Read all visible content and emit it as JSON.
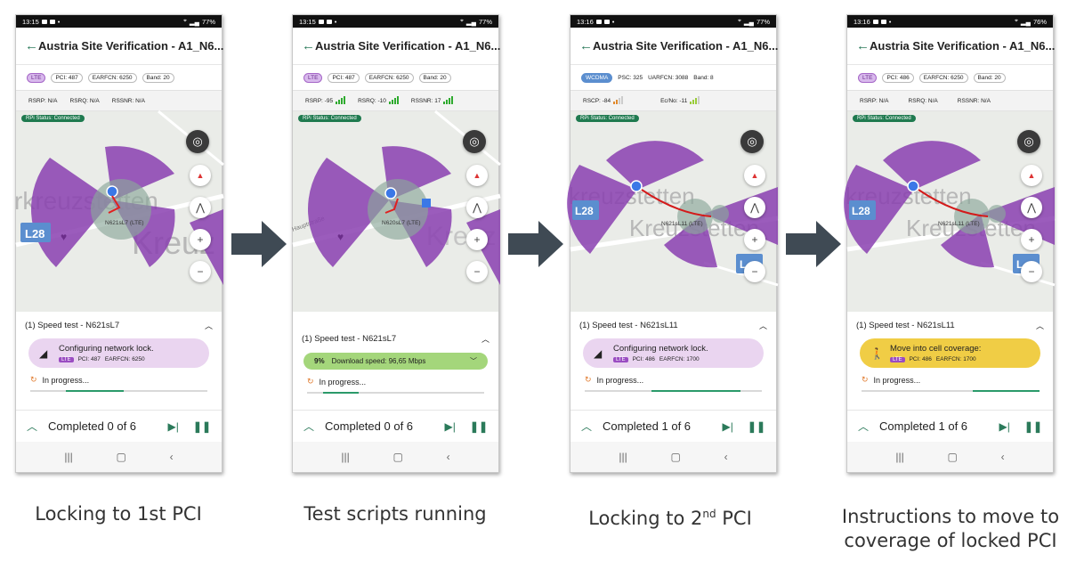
{
  "colors": {
    "accent": "#2b7a5a",
    "sector_fill": "#8a3fb0",
    "lte_badge": "#9a4cc2",
    "wcdma_badge": "#5b8ecf",
    "rpi_badge": "#1f7a4f",
    "lock_bubble": "#ead5f0",
    "speed_bubble": "#a4d67b",
    "move_bubble": "#f0cd45",
    "arrow": "#3f4a54"
  },
  "phones": [
    {
      "status": {
        "time": "13:15",
        "battery": "77%"
      },
      "title": "Austria Site Verification - A1_N6...",
      "tech": "LTE",
      "pci": "PCI: 487",
      "earfcn": "EARFCN: 6250",
      "band": "Band: 20",
      "m1": "RSRP: N/A",
      "m2": "RSRQ: N/A",
      "m3": "RSSNR: N/A",
      "rpi": "RPi Status: Connected",
      "map_town": "rkreuzstetten",
      "map_town2": "Kreuz",
      "map_road": "L28",
      "cell_label": "N621sL7 (LTE)",
      "test_title": "(1) Speed test - N621sL7",
      "bubble_text": "Configuring network lock.",
      "bubble_tech": "LTE",
      "bubble_pci": "PCI: 487",
      "bubble_earfcn": "EARFCN: 6250",
      "progress": "In progress...",
      "completed": "Completed 0 of 6"
    },
    {
      "status": {
        "time": "13:15",
        "battery": "77%"
      },
      "title": "Austria Site Verification - A1_N6...",
      "tech": "LTE",
      "pci": "PCI: 487",
      "earfcn": "EARFCN: 6250",
      "band": "Band: 20",
      "m1": "RSRP: -95",
      "m2": "RSRQ: -10",
      "m3": "RSSNR: 17",
      "rpi": "RPi Status: Connected",
      "map_town": "",
      "map_town2": "Kreuz",
      "map_road": "",
      "map_street": "Hauptstraße",
      "cell_label": "N620sL7 (LTE)",
      "test_title": "(1) Speed test - N621sL7",
      "speed_pct": "9%",
      "speed_text": "Download speed: 96,65 Mbps",
      "progress": "In progress...",
      "completed": "Completed 0 of 6"
    },
    {
      "status": {
        "time": "13:16",
        "battery": "77%"
      },
      "title": "Austria Site Verification - A1_N6...",
      "tech": "WCDMA",
      "pci": "PSC: 325",
      "earfcn": "UARFCN: 3088",
      "band": "Band: 8",
      "m1": "RSCP: -84",
      "m2": "Ec/No: -11",
      "rpi": "RPi Status: Connected",
      "map_town": "kreuzstetten",
      "map_town2": "Kreuzstetten",
      "map_road": "L28",
      "cell_label": "N621sL11 (LTE)",
      "test_title": "(1) Speed test - N621sL11",
      "bubble_text": "Configuring network lock.",
      "bubble_tech": "LTE",
      "bubble_pci": "PCI: 486",
      "bubble_earfcn": "EARFCN: 1700",
      "progress": "In progress...",
      "completed": "Completed 1 of 6"
    },
    {
      "status": {
        "time": "13:16",
        "battery": "76%"
      },
      "title": "Austria Site Verification - A1_N6...",
      "tech": "LTE",
      "pci": "PCI: 486",
      "earfcn": "EARFCN: 6250",
      "band": "Band: 20",
      "m1": "RSRP: N/A",
      "m2": "RSRQ: N/A",
      "m3": "RSSNR: N/A",
      "rpi": "RPi Status: Connected",
      "map_town": "kreuzstetten",
      "map_town2": "Kreuzstetten",
      "map_road": "L28",
      "cell_label": "N621sL11 (LTE)",
      "test_title": "(1) Speed test - N621sL11",
      "bubble_text": "Move into cell coverage:",
      "bubble_tech": "LTE",
      "bubble_pci": "PCI: 486",
      "bubble_earfcn": "EARFCN: 1700",
      "progress": "In progress...",
      "completed": "Completed 1 of 6"
    }
  ],
  "captions": {
    "c1": "Locking to 1st PCI",
    "c2": "Test scripts running",
    "c3_pre": "Locking to 2",
    "c3_sup": "nd",
    "c3_post": " PCI",
    "c4": "Instructions to move to coverage of locked PCI"
  },
  "icons": {
    "back": "arrow-left-icon",
    "locate": "crosshair-icon",
    "compass": "compass-icon",
    "layers": "road-icon",
    "zoom_in": "plus-icon",
    "zoom_out": "minus-icon",
    "skip": "skip-next-icon",
    "pause": "pause-icon",
    "spinner": "refresh-icon",
    "signal": "signal-icon",
    "walk": "walk-icon"
  }
}
